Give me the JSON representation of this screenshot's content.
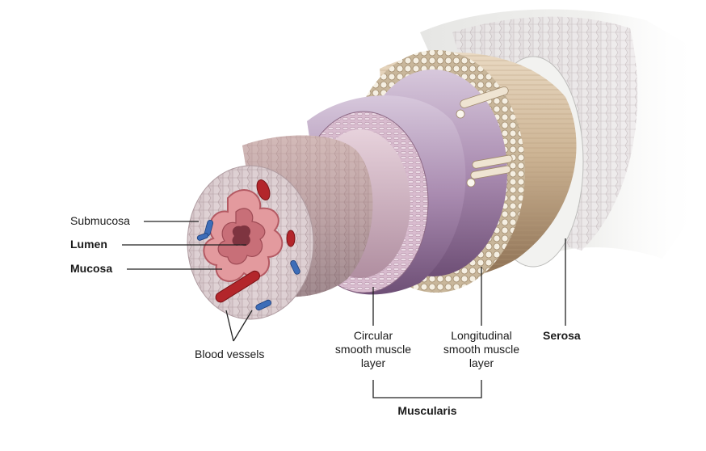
{
  "labels": {
    "submucosa": "Submucosa",
    "lumen": "Lumen",
    "mucosa": "Mucosa",
    "blood_vessels": "Blood vessels",
    "circular_layer": [
      "Circular",
      "smooth muscle",
      "layer"
    ],
    "longitudinal_layer": [
      "Longitudinal",
      "smooth muscle",
      "layer"
    ],
    "serosa": "Serosa",
    "muscularis": "Muscularis"
  }
}
